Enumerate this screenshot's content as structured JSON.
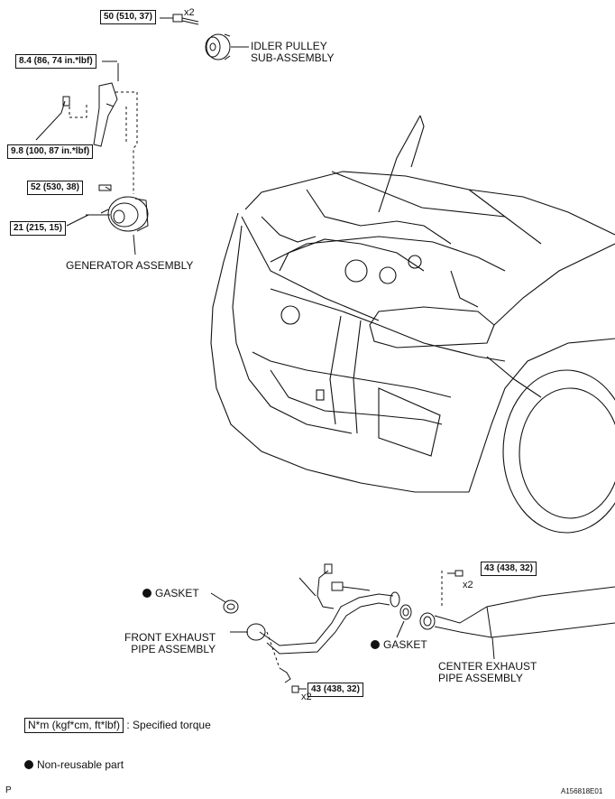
{
  "torques": {
    "t1": "50 (510, 37)",
    "t2": "8.4 (86, 74 in.*lbf)",
    "t3": "9.8 (100, 87 in.*lbf)",
    "t4": "52 (530, 38)",
    "t5": "21 (215, 15)",
    "t6": "43 (438, 32)",
    "t7": "43 (438, 32)"
  },
  "multipliers": {
    "m1": "x2",
    "m2": "x2",
    "m3": "x2"
  },
  "labels": {
    "idler_line1": "IDLER PULLEY",
    "idler_line2": "SUB-ASSEMBLY",
    "generator": "GENERATOR ASSEMBLY",
    "gasket_left": "GASKET",
    "gasket_right": "GASKET",
    "front_pipe_line1": "FRONT EXHAUST",
    "front_pipe_line2": "PIPE ASSEMBLY",
    "center_pipe_line1": "CENTER EXHAUST",
    "center_pipe_line2": "PIPE ASSEMBLY"
  },
  "legend": {
    "torque_box": "N*m (kgf*cm, ft*lbf)",
    "torque_text": ": Specified torque",
    "nonreusable": "Non-reusable part"
  },
  "footer": {
    "left": "P",
    "right": "A156818E01"
  }
}
